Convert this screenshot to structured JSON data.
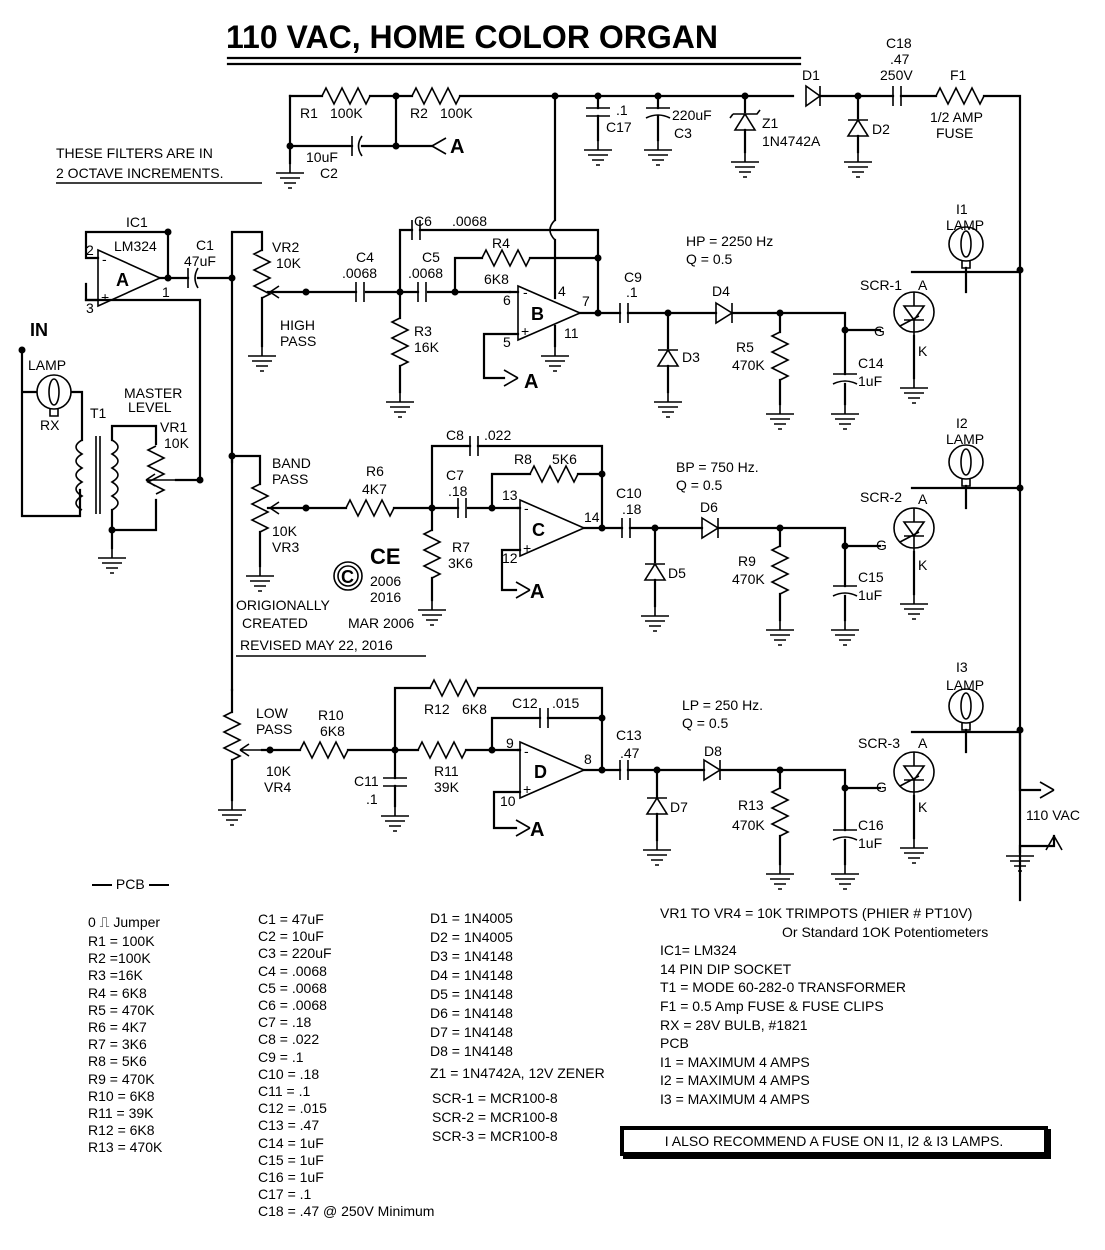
{
  "title": "110 VAC, HOME COLOR ORGAN",
  "filters_note": [
    "THESE FILTERS ARE IN",
    "2 OCTAVE INCREMENTS."
  ],
  "copyright": {
    "symbol": "C",
    "ce": "CE",
    "years": [
      "2006",
      "2016"
    ],
    "created": [
      "ORIGIONALLY",
      "CREATED",
      "MAR 2006"
    ],
    "revised": "REVISED  MAY 22, 2016"
  },
  "node_label": "A",
  "labels": {
    "r1": "R1",
    "r1v": "100K",
    "r2": "R2",
    "r2v": "100K",
    "c2v": "10uF",
    "c2": "C2",
    "c17v": ".1",
    "c17": "C17",
    "c3v": "220uF",
    "c3": "C3",
    "z1": "Z1",
    "z1v": "1N4742A",
    "d1": "D1",
    "d2": "D2",
    "c18": "C18",
    "c18v": ".47",
    "c18r": "250V",
    "f1": "F1",
    "f1v": "1/2 AMP",
    "f1f": "FUSE",
    "ic1": "IC1",
    "lm324": "LM324",
    "a": "A",
    "c1": "C1",
    "c1v": "47uF",
    "vr2": "VR2",
    "vr2v": "10K",
    "high": "HIGH",
    "pass": "PASS",
    "c4": "C4",
    "c4v": ".0068",
    "c5": "C5",
    "c5v": ".0068",
    "c6": "C6",
    "c6v": ".0068",
    "r4": "R4",
    "r4v": "6K8",
    "r3": "R3",
    "r3v": "16K",
    "b": "B",
    "hp": "HP = 2250 Hz",
    "q": "Q = 0.5",
    "c9": "C9",
    "c9v": ".1",
    "d4": "D4",
    "d3": "D3",
    "r5": "R5",
    "r5v": "470K",
    "c14": "C14",
    "c14v": "1uF",
    "scr1": "SCR-1",
    "i1": "I1",
    "lamp": "LAMP",
    "in": "IN",
    "rx": "RX",
    "t1": "T1",
    "master": "MASTER",
    "level": "LEVEL",
    "vr1": "VR1",
    "vr1v": "10K",
    "band": "BAND",
    "r6": "R6",
    "r6v": "4K7",
    "vr3v": "10K",
    "vr3": "VR3",
    "c8": "C8",
    "c8v": ".022",
    "r8": "R8",
    "r8v": "5K6",
    "c7": "C7",
    "c7v": ".18",
    "r7": "R7",
    "r7v": "3K6",
    "cc": "C",
    "bp": "BP = 750 Hz.",
    "c10": "C10",
    "c10v": ".18",
    "d6": "D6",
    "d5": "D5",
    "r9": "R9",
    "r9v": "470K",
    "c15": "C15",
    "c15v": "1uF",
    "scr2": "SCR-2",
    "i2": "I2",
    "low": "LOW",
    "r10": "R10",
    "r10v": "6K8",
    "vr4v": "10K",
    "vr4": "VR4",
    "r12": "R12",
    "r12v": "6K8",
    "c12": "C12",
    "c12v": ".015",
    "r11": "R11",
    "r11v": "39K",
    "c11": "C11",
    "c11v": ".1",
    "d": "D",
    "lp": "LP = 250 Hz.",
    "c13": "C13",
    "c13v": ".47",
    "d8": "D8",
    "d7": "D7",
    "r13": "R13",
    "r13v": "470K",
    "c16": "C16",
    "c16v": "1uF",
    "scr3": "SCR-3",
    "i3": "I3",
    "ac": "110 VAC",
    "pin_a": "A",
    "pin_g": "G",
    "pin_k": "K",
    "p1": "1",
    "p2": "2",
    "p3": "3",
    "p4": "4",
    "p5": "5",
    "p6": "6",
    "p7": "7",
    "p8": "8",
    "p9": "9",
    "p10": "10",
    "p11": "11",
    "p12": "12",
    "p13": "13",
    "p14": "14",
    "minus": "-",
    "plus": "+"
  },
  "bom": {
    "pcb_header": "PCB",
    "jumper": "0 ⎍ Jumper",
    "resistors": [
      "R1 = 100K",
      "R2 =100K",
      "R3 =16K",
      "R4 = 6K8",
      "R5 = 470K",
      "R6 = 4K7",
      "R7 = 3K6",
      "R8 = 5K6",
      "R9 = 470K",
      "R10 = 6K8",
      "R11 = 39K",
      "R12 = 6K8",
      "R13 = 470K"
    ],
    "capacitors": [
      "C1 = 47uF",
      "C2 = 10uF",
      "C3 = 220uF",
      "C4 = .0068",
      "C5 = .0068",
      "C6 = .0068",
      "C7 = .18",
      "C8 = .022",
      "C9 = .1",
      "C10 = .18",
      "C11 = .1",
      "C12 = .015",
      "C13 = .47",
      "C14 = 1uF",
      "C15 = 1uF",
      "C16 = 1uF",
      "C17 = .1",
      "C18 = .47 @ 250V Minimum"
    ],
    "diodes": [
      "D1 = 1N4005",
      "D2 = 1N4005",
      "D3 = 1N4148",
      "D4 = 1N4148",
      "D5 = 1N4148",
      "D6 = 1N4148",
      "D7 = 1N4148",
      "D8 = 1N4148"
    ],
    "zener": "Z1 = 1N4742A, 12V ZENER",
    "scrs": [
      "SCR-1  =  MCR100-8",
      "SCR-2  =  MCR100-8",
      "SCR-3  =  MCR100-8"
    ],
    "notes": [
      "VR1 TO VR4 =  10K TRIMPOTS  (PHIER # PT10V)",
      "Or Standard 1OK Potentiometers",
      "IC1= LM324",
      "14 PIN DIP SOCKET",
      "T1 = MODE 60-282-0  TRANSFORMER",
      "F1 =  0.5 Amp FUSE & FUSE CLIPS",
      "RX = 28V BULB, #1821",
      "PCB",
      "I1 =  MAXIMUM 4 AMPS",
      "I2 =  MAXIMUM 4 AMPS",
      "I3 =  MAXIMUM 4 AMPS"
    ],
    "recommend": "I ALSO RECOMMEND A FUSE ON  I1, I2 & I3 LAMPS."
  }
}
